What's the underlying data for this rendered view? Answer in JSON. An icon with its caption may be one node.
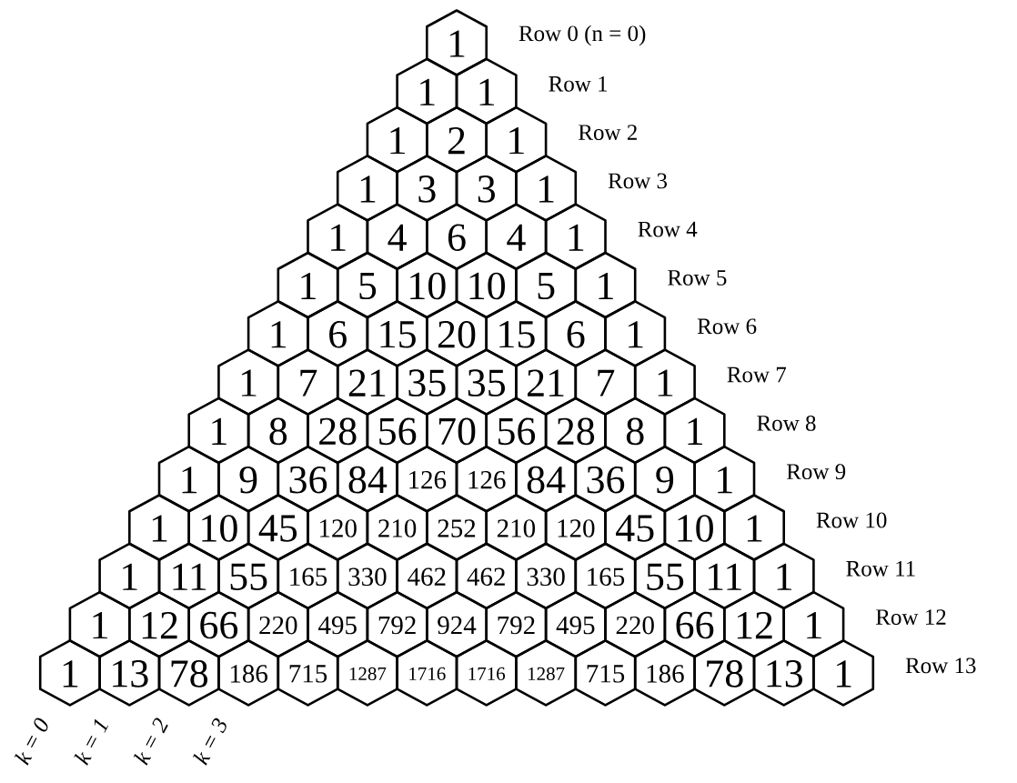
{
  "diagram": {
    "nodes": [
      {
        "text": [
          "1"
        ]
      },
      {
        "text": [
          "1"
        ]
      },
      {
        "text": [
          "1"
        ]
      },
      {
        "text": [
          "1"
        ]
      },
      {
        "text": [
          "2"
        ]
      },
      {
        "text": [
          "1"
        ]
      },
      {
        "text": [
          "1"
        ]
      },
      {
        "text": [
          "3"
        ]
      },
      {
        "text": [
          "3"
        ]
      },
      {
        "text": [
          "1"
        ]
      },
      {
        "text": [
          "1"
        ]
      },
      {
        "text": [
          "4"
        ]
      },
      {
        "text": [
          "6"
        ]
      },
      {
        "text": [
          "4"
        ]
      },
      {
        "text": [
          "1"
        ]
      },
      {
        "text": [
          "1"
        ]
      },
      {
        "text": [
          "5"
        ]
      },
      {
        "text": [
          "10"
        ]
      },
      {
        "text": [
          "10"
        ]
      },
      {
        "text": [
          "5"
        ]
      },
      {
        "text": [
          "1"
        ]
      },
      {
        "text": [
          "1"
        ]
      },
      {
        "text": [
          "6"
        ]
      },
      {
        "text": [
          "15"
        ]
      },
      {
        "text": [
          "20"
        ]
      },
      {
        "text": [
          "15"
        ]
      },
      {
        "text": [
          "6"
        ]
      },
      {
        "text": [
          "1"
        ]
      },
      {
        "text": [
          "1"
        ]
      },
      {
        "text": [
          "7"
        ]
      },
      {
        "text": [
          "21"
        ]
      },
      {
        "text": [
          "35"
        ]
      },
      {
        "text": [
          "35"
        ]
      },
      {
        "text": [
          "21"
        ]
      },
      {
        "text": [
          "7"
        ]
      },
      {
        "text": [
          "1"
        ]
      },
      {
        "text": [
          "1"
        ]
      },
      {
        "text": [
          "8"
        ]
      },
      {
        "text": [
          "28"
        ]
      },
      {
        "text": [
          "56"
        ]
      },
      {
        "text": [
          "70"
        ]
      },
      {
        "text": [
          "56"
        ]
      },
      {
        "text": [
          "28"
        ]
      },
      {
        "text": [
          "8"
        ]
      },
      {
        "text": [
          "1"
        ]
      },
      {
        "text": [
          "1"
        ]
      },
      {
        "text": [
          "9"
        ]
      },
      {
        "text": [
          "36"
        ]
      },
      {
        "text": [
          "84"
        ]
      },
      {
        "text": [
          "126"
        ]
      },
      {
        "text": [
          "126"
        ]
      },
      {
        "text": [
          "84"
        ]
      },
      {
        "text": [
          "36"
        ]
      },
      {
        "text": [
          "9"
        ]
      },
      {
        "text": [
          "1"
        ]
      },
      {
        "text": [
          "1"
        ]
      },
      {
        "text": [
          "10"
        ]
      },
      {
        "text": [
          "45"
        ]
      },
      {
        "text": [
          "120"
        ]
      },
      {
        "text": [
          "210"
        ]
      },
      {
        "text": [
          "252"
        ]
      },
      {
        "text": [
          "210"
        ]
      },
      {
        "text": [
          "120"
        ]
      },
      {
        "text": [
          "45"
        ]
      },
      {
        "text": [
          "10"
        ]
      },
      {
        "text": [
          "1"
        ]
      },
      {
        "text": [
          "1"
        ]
      },
      {
        "text": [
          "11"
        ]
      },
      {
        "text": [
          "55"
        ]
      },
      {
        "text": [
          "165"
        ]
      },
      {
        "text": [
          "330"
        ]
      },
      {
        "text": [
          "462"
        ]
      },
      {
        "text": [
          "462"
        ]
      },
      {
        "text": [
          "330"
        ]
      },
      {
        "text": [
          "165"
        ]
      },
      {
        "text": [
          "55"
        ]
      },
      {
        "text": [
          "11"
        ]
      },
      {
        "text": [
          "1"
        ]
      },
      {
        "text": [
          "1"
        ]
      },
      {
        "text": [
          "12"
        ]
      },
      {
        "text": [
          "66"
        ]
      },
      {
        "text": [
          "220"
        ]
      },
      {
        "text": [
          "495"
        ]
      },
      {
        "text": [
          "792"
        ]
      },
      {
        "text": [
          "924"
        ]
      },
      {
        "text": [
          "792"
        ]
      },
      {
        "text": [
          "495"
        ]
      },
      {
        "text": [
          "220"
        ]
      },
      {
        "text": [
          "66"
        ]
      },
      {
        "text": [
          "12"
        ]
      },
      {
        "text": [
          "1"
        ]
      },
      {
        "text": [
          "1"
        ]
      },
      {
        "text": [
          "13"
        ]
      },
      {
        "text": [
          "78"
        ]
      },
      {
        "text": [
          "186"
        ]
      },
      {
        "text": [
          "715"
        ]
      },
      {
        "text": [
          "1287"
        ]
      },
      {
        "text": [
          "1716"
        ]
      },
      {
        "text": [
          "1716"
        ]
      },
      {
        "text": [
          "1287"
        ]
      },
      {
        "text": [
          "715"
        ]
      },
      {
        "text": [
          "186"
        ]
      },
      {
        "text": [
          "78"
        ]
      },
      {
        "text": [
          "13"
        ]
      },
      {
        "text": [
          "1"
        ]
      }
    ],
    "labels": [
      "Row 0 (n = 0)",
      "Row 1",
      "Row 2",
      "Row 3",
      "Row 4",
      "Row 5",
      "Row 6",
      "Row 7",
      "Row 8",
      "Row 9",
      "Row 10",
      "Row 11",
      "Row 12",
      "Row 13",
      "k = 0",
      "k = 1",
      "k = 2",
      "k = 3"
    ]
  }
}
